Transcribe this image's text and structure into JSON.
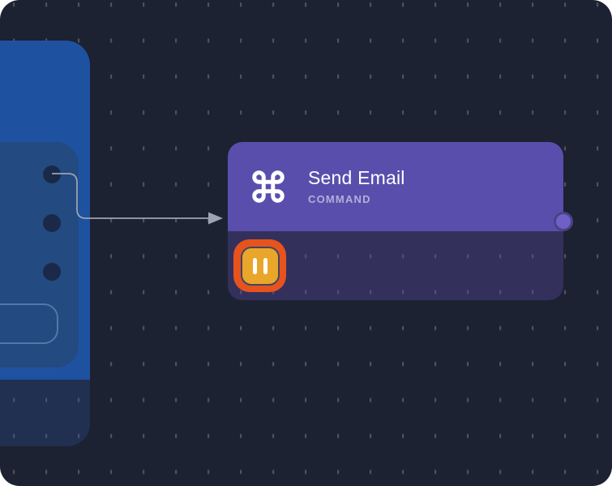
{
  "canvas": {
    "background": "#1c2231",
    "dot_color": "#565b66"
  },
  "edge": {
    "color": "#9aa4b2",
    "from": "source-node",
    "to": "send-email-node"
  },
  "source_node": {
    "header_color": "#1e52a0",
    "output_ports": 3
  },
  "command_node": {
    "title": "Send Email",
    "type_label": "COMMAND",
    "icon": "command-icon",
    "header_color": "#5a4ead",
    "status": {
      "icon": "pause-icon",
      "button_color": "#e9a62a",
      "highlight_color": "#e7531d"
    }
  }
}
